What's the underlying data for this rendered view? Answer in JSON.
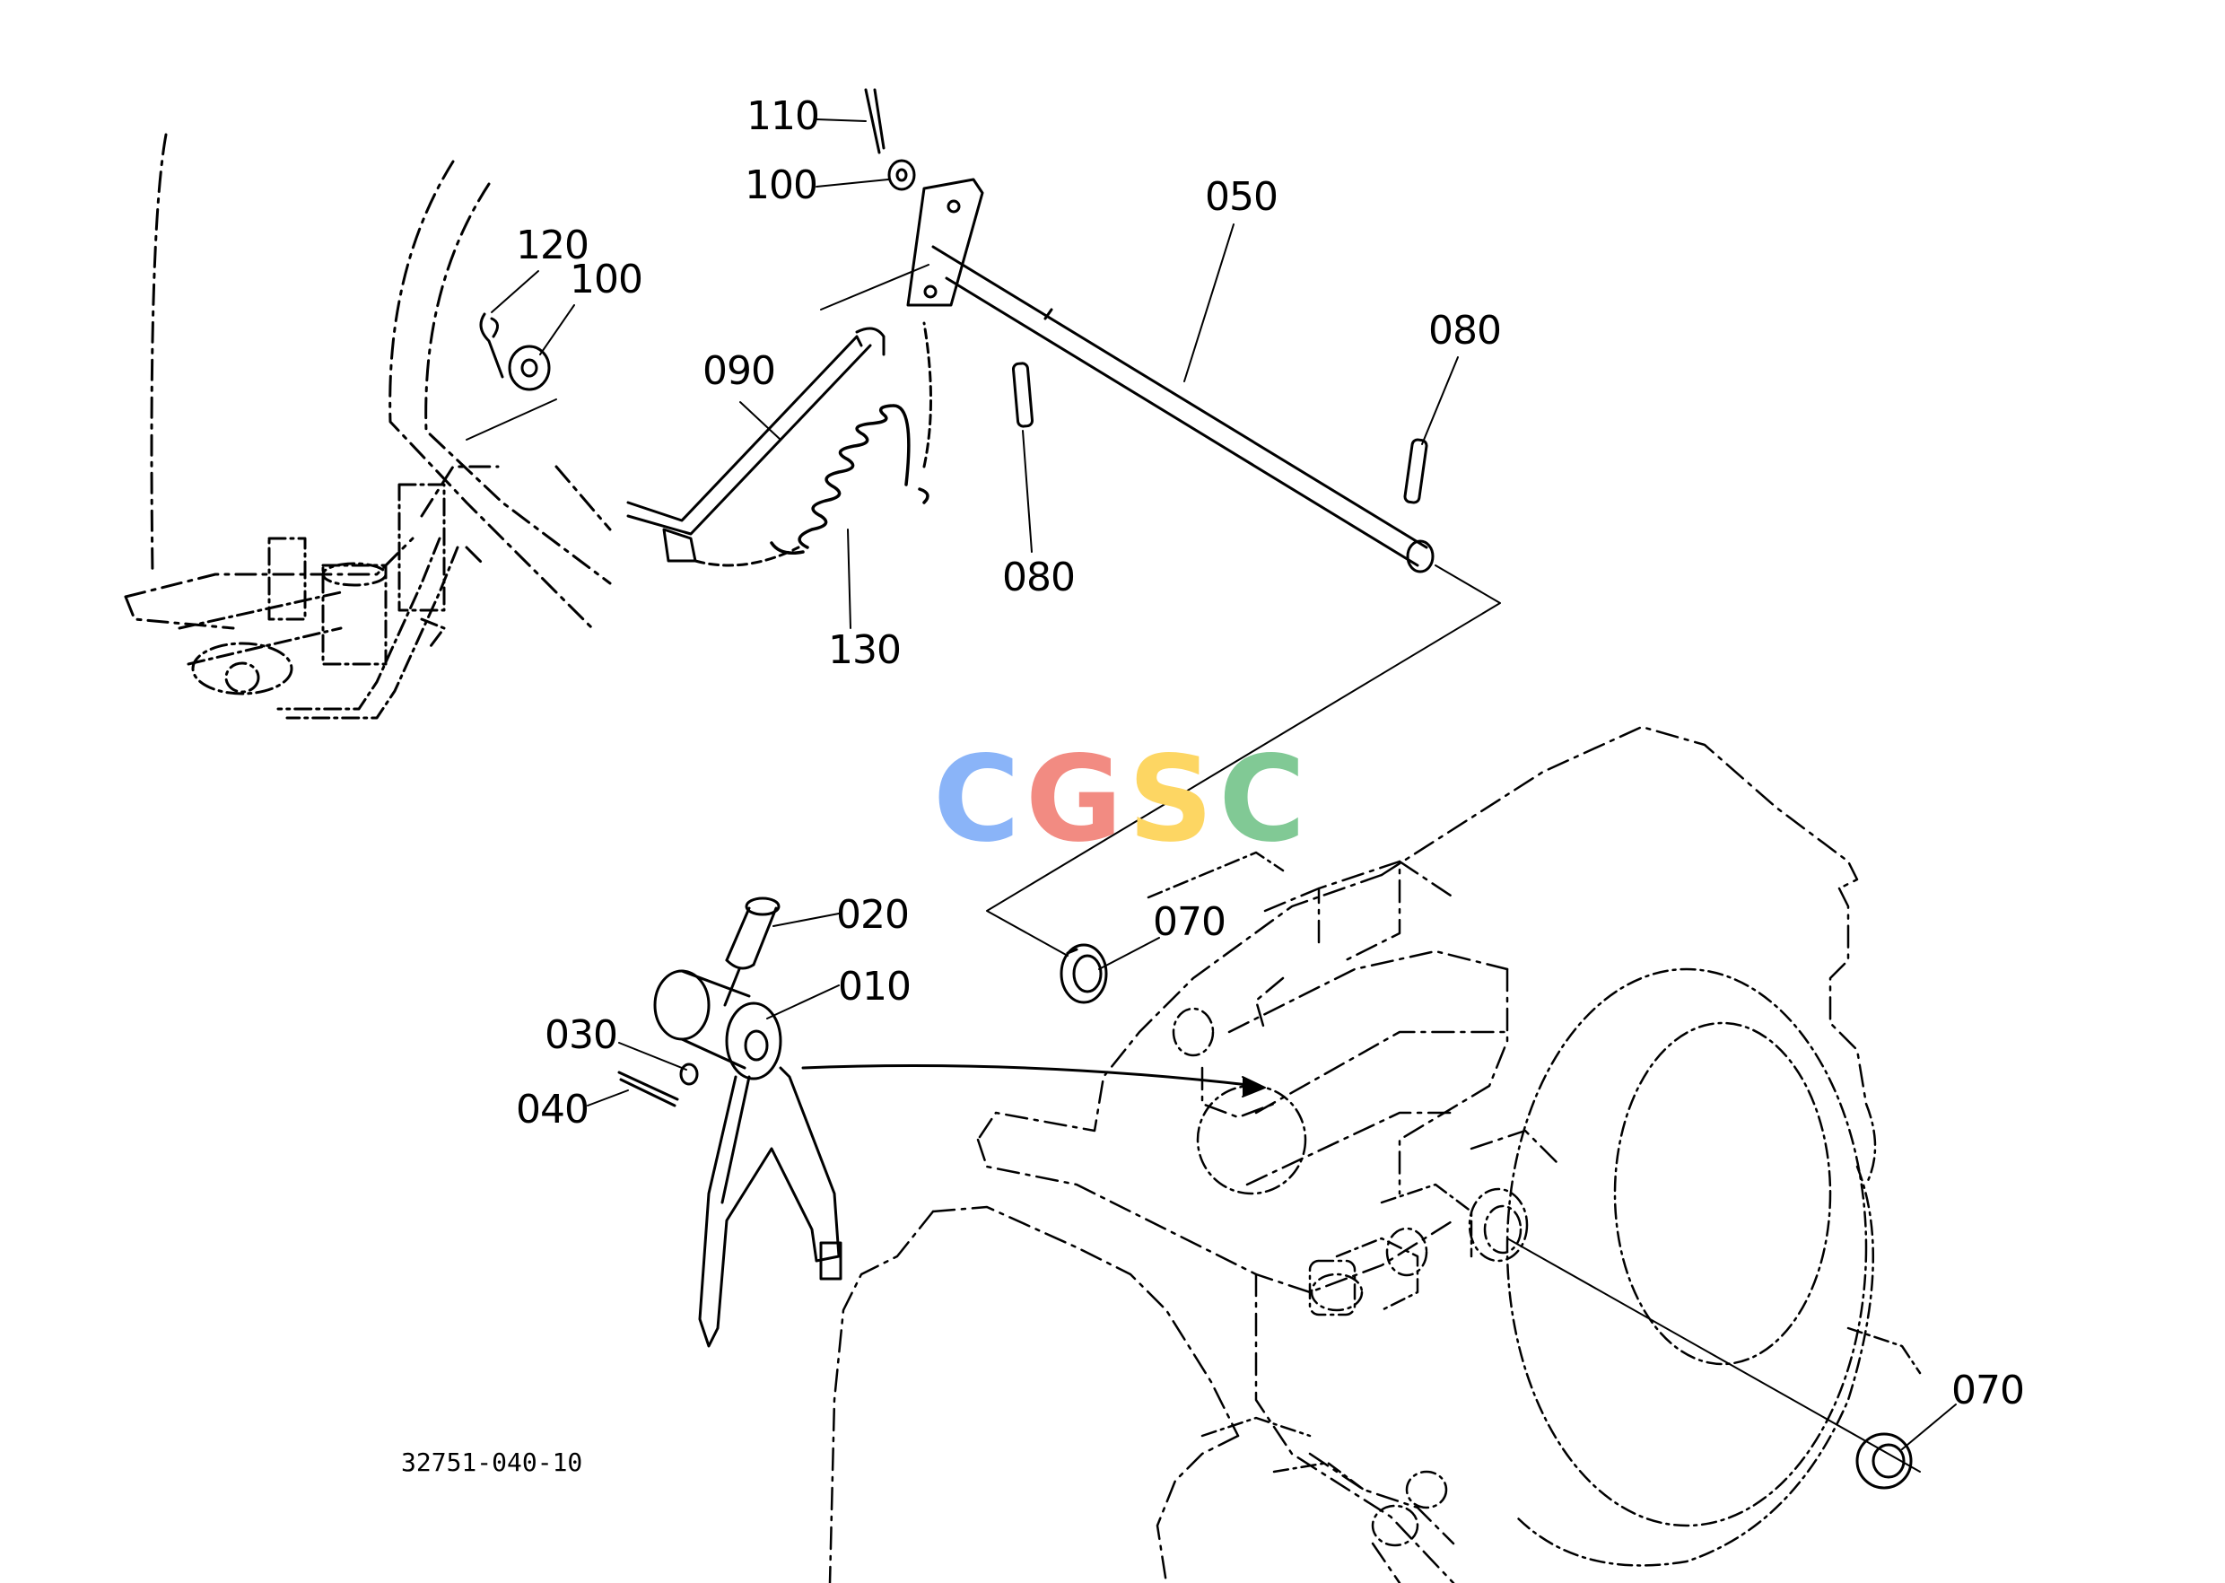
{
  "drawing_number": "32751-040-10",
  "watermark": {
    "text": "CGSC",
    "letters": [
      {
        "char": "C",
        "color": "#8ab4f8"
      },
      {
        "char": "G",
        "color": "#f28b82"
      },
      {
        "char": "S",
        "color": "#fdd663"
      },
      {
        "char": "C",
        "color": "#81c995"
      }
    ]
  },
  "callouts": {
    "p110": "110",
    "p100_top": "100",
    "p050": "050",
    "p120": "120",
    "p100_left": "100",
    "p090": "090",
    "p080_right": "080",
    "p080_mid": "080",
    "p130": "130",
    "p020": "020",
    "p010": "010",
    "p030": "030",
    "p040": "040",
    "p070_top": "070",
    "p070_bottom": "070"
  },
  "colors": {
    "line": "#000000",
    "background": "#ffffff"
  }
}
